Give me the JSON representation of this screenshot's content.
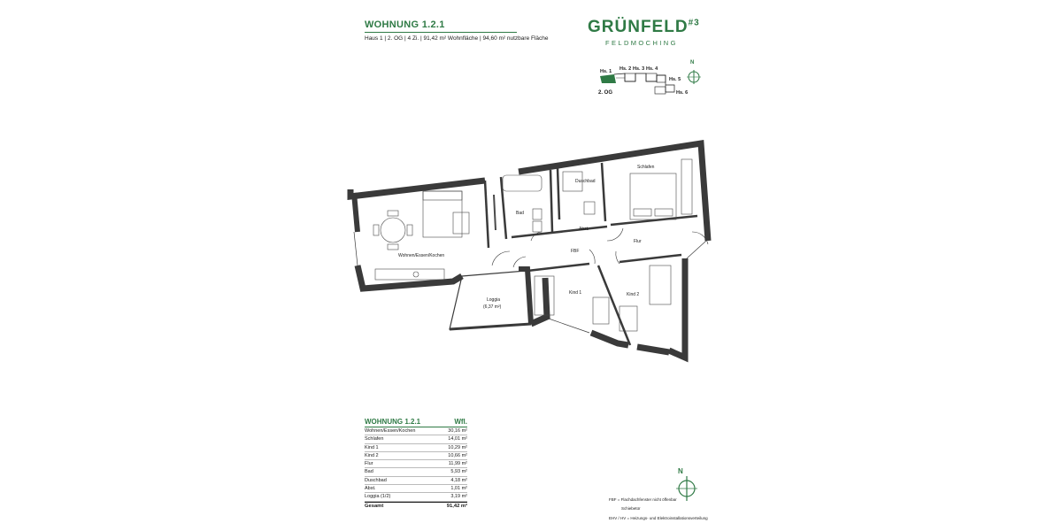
{
  "header": {
    "title": "WOHNUNG 1.2.1",
    "subtitle": "Haus 1 | 2. OG | 4 Zi. | 91,42 m² Wohnfläche | 94,60 m² nutzbare Fläche"
  },
  "brand": {
    "name": "GRÜNFELD",
    "suffix": "#3",
    "tagline": "FELDMOCHING",
    "color": "#2f7a45"
  },
  "keyplan": {
    "houses": [
      "Hs. 1",
      "Hs. 2",
      "Hs. 3",
      "Hs. 4",
      "Hs. 5",
      "Hs. 6"
    ],
    "floor": "2. OG",
    "north": "N"
  },
  "rooms": {
    "wohnen": "Wohnen/Essen/Kochen",
    "schlafen": "Schlafen",
    "duschbad": "Duschbad",
    "bad": "Bad",
    "abst": "Abst.",
    "flur": "Flur",
    "fbf": "FBF",
    "kind1": "Kind 1",
    "kind2": "Kind 2",
    "loggia": "Loggia",
    "loggia_area": "(6,37 m²)"
  },
  "area_table": {
    "title": "WOHNUNG 1.2.1",
    "col": "Wfl.",
    "rows": [
      {
        "room": "Wohnen/Essen/Kochen",
        "area": "30,16 m²"
      },
      {
        "room": "Schlafen",
        "area": "14,01 m²"
      },
      {
        "room": "Kind 1",
        "area": "10,29 m²"
      },
      {
        "room": "Kind 2",
        "area": "10,66 m²"
      },
      {
        "room": "Flur",
        "area": "11,99 m²"
      },
      {
        "room": "Bad",
        "area": "5,93 m²"
      },
      {
        "room": "Duschbad",
        "area": "4,18 m²"
      },
      {
        "room": "Abst.",
        "area": "1,01 m²"
      },
      {
        "room": "Loggia (1/2)",
        "area": "3,19 m²"
      }
    ],
    "total_label": "Gesamt",
    "total_value": "91,42 m²"
  },
  "legend": {
    "north": "N",
    "fbf_note": "FBF = Flachdachfenster nicht öffenbar",
    "schiebe_note": "Schiebetür",
    "ehv_note": "EHV / HV = Heizungs- und Elektroinstallationsverteilung"
  },
  "colors": {
    "wall": "#3a3a3a",
    "accent": "#2f7a45"
  }
}
